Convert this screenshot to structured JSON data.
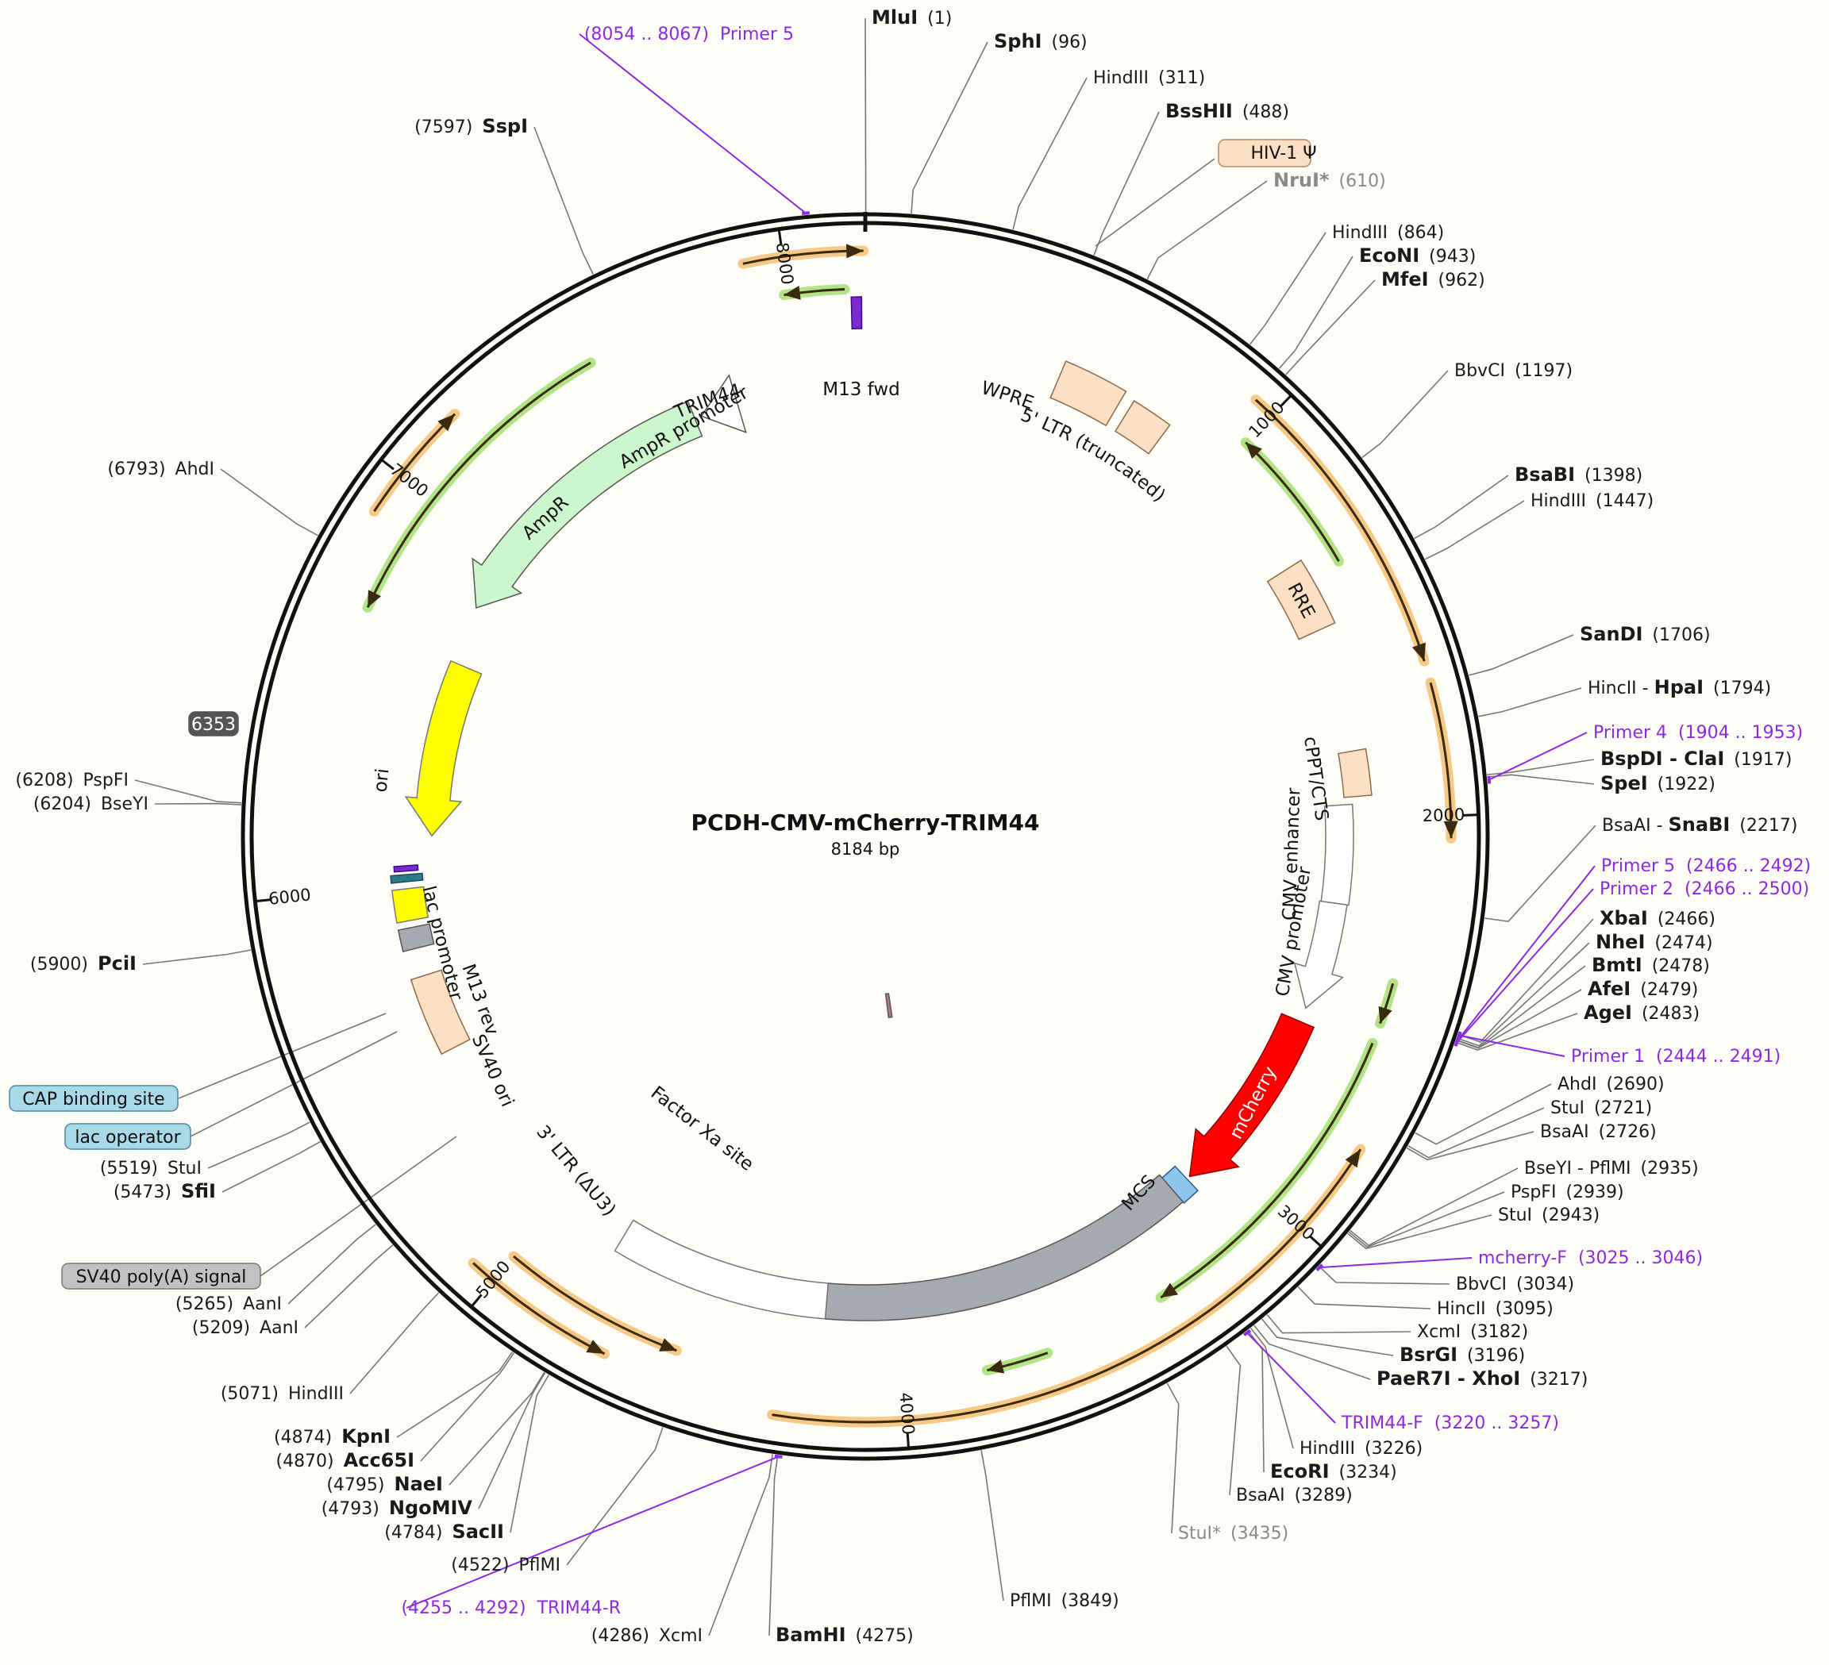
{
  "map": {
    "name": "PCDH-CMV-mCherry-TRIM44",
    "size_label": "8184 bp",
    "total_bp": 8184,
    "colors": {
      "backbone": "#111111",
      "orange": "#f6c37a",
      "green": "#a8e07a",
      "peach": "#fde0c3",
      "gray": "#a6aab0",
      "yellow": "#ffff00",
      "red": "#ff0000",
      "primer": "#8a2be2",
      "lightgreen": "#ccf7cc",
      "teal": "#2b7a8a"
    }
  },
  "ticks": [
    {
      "pos": 1000,
      "label": "1000"
    },
    {
      "pos": 2000,
      "label": "2000"
    },
    {
      "pos": 3000,
      "label": "3000"
    },
    {
      "pos": 4000,
      "label": "4000"
    },
    {
      "pos": 5000,
      "label": "5000"
    },
    {
      "pos": 6000,
      "label": "6000"
    },
    {
      "pos": 7000,
      "label": "7000"
    },
    {
      "pos": 8000,
      "label": "8000"
    }
  ],
  "sites": [
    {
      "name": "MluI",
      "pos": "(1)",
      "bp": 1,
      "bold": true,
      "side": "right"
    },
    {
      "name": "SphI",
      "pos": "(96)",
      "bp": 96,
      "bold": true,
      "side": "right"
    },
    {
      "name": "HindIII",
      "pos": "(311)",
      "bp": 311,
      "bold": false,
      "side": "right"
    },
    {
      "name": "BssHII",
      "pos": "(488)",
      "bp": 488,
      "bold": true,
      "side": "right"
    },
    {
      "name": "NruI*",
      "pos": "(610)",
      "bp": 610,
      "bold": true,
      "gray": true,
      "side": "right"
    },
    {
      "name": "HindIII",
      "pos": "(864)",
      "bp": 864,
      "bold": false,
      "side": "right"
    },
    {
      "name": "EcoNI",
      "pos": "(943)",
      "bp": 943,
      "bold": true,
      "side": "right"
    },
    {
      "name": "MfeI",
      "pos": "(962)",
      "bp": 962,
      "bold": true,
      "side": "right"
    },
    {
      "name": "BbvCI",
      "pos": "(1197)",
      "bp": 1197,
      "bold": false,
      "side": "right"
    },
    {
      "name": "BsaBI",
      "pos": "(1398)",
      "bp": 1398,
      "bold": true,
      "side": "right"
    },
    {
      "name": "HindIII",
      "pos": "(1447)",
      "bp": 1447,
      "bold": false,
      "side": "right"
    },
    {
      "name": "SanDI",
      "pos": "(1706)",
      "bp": 1706,
      "bold": true,
      "side": "right"
    },
    {
      "name": "HincII - ",
      "name2": "HpaI",
      "pos": "(1794)",
      "bp": 1794,
      "bold": false,
      "side": "right"
    },
    {
      "name": "BspDI - ClaI",
      "pos": "(1917)",
      "bp": 1917,
      "bold": true,
      "side": "right"
    },
    {
      "name": "SpeI",
      "pos": "(1922)",
      "bp": 1922,
      "bold": true,
      "side": "right"
    },
    {
      "name": "BsaAI - ",
      "name2": "SnaBI",
      "pos": "(2217)",
      "bp": 2217,
      "bold": false,
      "side": "right"
    },
    {
      "name": "XbaI",
      "pos": "(2466)",
      "bp": 2466,
      "bold": true,
      "side": "right"
    },
    {
      "name": "NheI",
      "pos": "(2474)",
      "bp": 2474,
      "bold": true,
      "side": "right"
    },
    {
      "name": "BmtI",
      "pos": "(2478)",
      "bp": 2478,
      "bold": true,
      "side": "right"
    },
    {
      "name": "AfeI",
      "pos": "(2479)",
      "bp": 2479,
      "bold": true,
      "side": "right"
    },
    {
      "name": "AgeI",
      "pos": "(2483)",
      "bp": 2483,
      "bold": true,
      "side": "right"
    },
    {
      "name": "AhdI",
      "pos": "(2690)",
      "bp": 2690,
      "bold": false,
      "side": "right"
    },
    {
      "name": "StuI",
      "pos": "(2721)",
      "bp": 2721,
      "bold": false,
      "side": "right"
    },
    {
      "name": "BsaAI",
      "pos": "(2726)",
      "bp": 2726,
      "bold": false,
      "side": "right"
    },
    {
      "name": "BseYI - PflMI",
      "pos": "(2935)",
      "bp": 2935,
      "bold": false,
      "side": "right"
    },
    {
      "name": "PspFI",
      "pos": "(2939)",
      "bp": 2939,
      "bold": false,
      "side": "right"
    },
    {
      "name": "StuI",
      "pos": "(2943)",
      "bp": 2943,
      "bold": false,
      "side": "right"
    },
    {
      "name": "BbvCI",
      "pos": "(3034)",
      "bp": 3034,
      "bold": false,
      "side": "right"
    },
    {
      "name": "HincII",
      "pos": "(3095)",
      "bp": 3095,
      "bold": false,
      "side": "right"
    },
    {
      "name": "XcmI",
      "pos": "(3182)",
      "bp": 3182,
      "bold": false,
      "side": "right"
    },
    {
      "name": "BsrGI",
      "pos": "(3196)",
      "bp": 3196,
      "bold": true,
      "side": "right"
    },
    {
      "name": "PaeR7I - XhoI",
      "pos": "(3217)",
      "bp": 3217,
      "bold": true,
      "side": "right"
    },
    {
      "name": "HindIII",
      "pos": "(3226)",
      "bp": 3226,
      "bold": false,
      "side": "right"
    },
    {
      "name": "EcoRI",
      "pos": "(3234)",
      "bp": 3234,
      "bold": true,
      "side": "right"
    },
    {
      "name": "BsaAI",
      "pos": "(3289)",
      "bp": 3289,
      "bold": false,
      "side": "right"
    },
    {
      "name": "StuI*",
      "pos": "(3435)",
      "bp": 3435,
      "bold": false,
      "gray": true,
      "side": "right"
    },
    {
      "name": "PflMI",
      "pos": "(3849)",
      "bp": 3849,
      "bold": false,
      "side": "right"
    },
    {
      "name": "BamHI",
      "pos": "(4275)",
      "bp": 4275,
      "bold": true,
      "side": "right"
    },
    {
      "name": "XcmI",
      "pos": "(4286)",
      "bp": 4286,
      "bold": false,
      "side": "left"
    },
    {
      "name": "PflMI",
      "pos": "(4522)",
      "bp": 4522,
      "bold": false,
      "side": "left"
    },
    {
      "name": "SacII",
      "pos": "(4784)",
      "bp": 4784,
      "bold": true,
      "side": "left"
    },
    {
      "name": "NgoMIV",
      "pos": "(4793)",
      "bp": 4793,
      "bold": true,
      "side": "left"
    },
    {
      "name": "NaeI",
      "pos": "(4795)",
      "bp": 4795,
      "bold": true,
      "side": "left"
    },
    {
      "name": "Acc65I",
      "pos": "(4870)",
      "bp": 4870,
      "bold": true,
      "side": "left"
    },
    {
      "name": "KpnI",
      "pos": "(4874)",
      "bp": 4874,
      "bold": true,
      "side": "left"
    },
    {
      "name": "HindIII",
      "pos": "(5071)",
      "bp": 5071,
      "bold": false,
      "side": "left"
    },
    {
      "name": "AanI",
      "pos": "(5209)",
      "bp": 5209,
      "bold": false,
      "side": "left"
    },
    {
      "name": "AanI",
      "pos": "(5265)",
      "bp": 5265,
      "bold": false,
      "side": "left"
    },
    {
      "name": "SfiI",
      "pos": "(5473)",
      "bp": 5473,
      "bold": true,
      "side": "left"
    },
    {
      "name": "StuI",
      "pos": "(5519)",
      "bp": 5519,
      "bold": false,
      "side": "left"
    },
    {
      "name": "PciI",
      "pos": "(5900)",
      "bp": 5900,
      "bold": true,
      "side": "left"
    },
    {
      "name": "BseYI",
      "pos": "(6204)",
      "bp": 6204,
      "bold": false,
      "side": "left"
    },
    {
      "name": "PspFI",
      "pos": "(6208)",
      "bp": 6208,
      "bold": false,
      "side": "left"
    },
    {
      "name": "AhdI",
      "pos": "(6793)",
      "bp": 6793,
      "bold": false,
      "side": "left"
    },
    {
      "name": "SspI",
      "pos": "(7597)",
      "bp": 7597,
      "bold": true,
      "side": "left"
    }
  ],
  "primers": [
    {
      "name": "Primer 5",
      "range": "(8054 .. 8067)",
      "bp": 8060,
      "side": "left"
    },
    {
      "name": "Primer 4",
      "range": "(1904 .. 1953)",
      "bp": 1928,
      "side": "right"
    },
    {
      "name": "Primer 5",
      "range": "(2466 .. 2492)",
      "bp": 2479,
      "side": "right"
    },
    {
      "name": "Primer 2",
      "range": "(2466 .. 2500)",
      "bp": 2483,
      "side": "right"
    },
    {
      "name": "Primer 1",
      "range": "(2444 .. 2491)",
      "bp": 2467,
      "side": "right"
    },
    {
      "name": "mcherry-F",
      "range": "(3025 .. 3046)",
      "bp": 3035,
      "side": "right"
    },
    {
      "name": "TRIM44-F",
      "range": "(3220 .. 3257)",
      "bp": 3238,
      "side": "right"
    },
    {
      "name": "TRIM44-R",
      "range": "(4255 .. 4292)",
      "bp": 4273,
      "side": "left"
    }
  ],
  "boxed_labels": [
    {
      "text": "HIV-1 Ψ",
      "style": "peach"
    },
    {
      "text": "6353",
      "style": "dark"
    },
    {
      "text": "CAP binding site",
      "style": "teal"
    },
    {
      "text": "lac operator",
      "style": "teal"
    },
    {
      "text": "SV40 poly(A) signal",
      "style": "gray"
    }
  ],
  "features": [
    {
      "text": "M13 fwd"
    },
    {
      "text": "5' LTR (truncated)"
    },
    {
      "text": "RRE"
    },
    {
      "text": "cPPT/CTS"
    },
    {
      "text": "CMV enhancer"
    },
    {
      "text": "CMV promoter"
    },
    {
      "text": "mCherry"
    },
    {
      "text": "MCS"
    },
    {
      "text": "TRIM44"
    },
    {
      "text": "WPRE"
    },
    {
      "text": "Factor Xa site"
    },
    {
      "text": "3' LTR (ΔU3)"
    },
    {
      "text": "SV40 ori"
    },
    {
      "text": "M13 rev"
    },
    {
      "text": "lac promoter"
    },
    {
      "text": "ori"
    },
    {
      "text": "AmpR"
    },
    {
      "text": "AmpR promoter"
    }
  ]
}
